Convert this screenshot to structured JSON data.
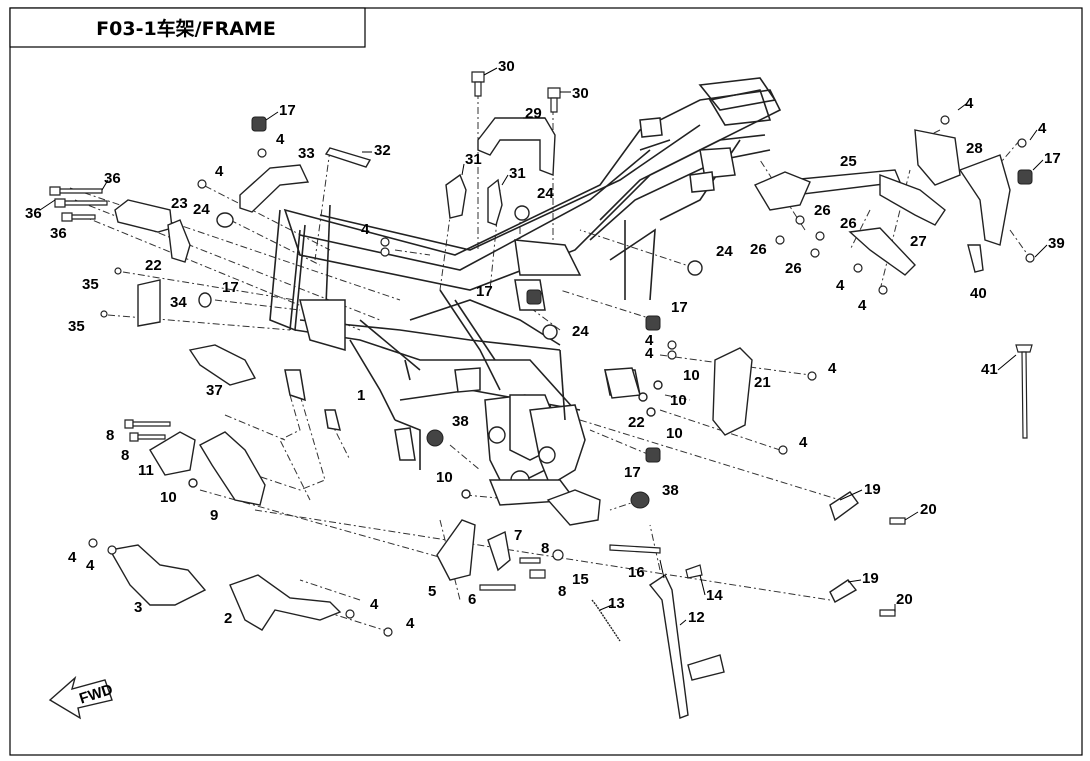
{
  "title": "F03-1车架/FRAME",
  "fwd_label": "FWD",
  "callouts": [
    {
      "id": "c30a",
      "text": "30"
    },
    {
      "id": "c30b",
      "text": "30"
    },
    {
      "id": "c29",
      "text": "29"
    },
    {
      "id": "c17a",
      "text": "17"
    },
    {
      "id": "c4a",
      "text": "4"
    },
    {
      "id": "c33",
      "text": "33"
    },
    {
      "id": "c32",
      "text": "32"
    },
    {
      "id": "c31a",
      "text": "31"
    },
    {
      "id": "c31b",
      "text": "31"
    },
    {
      "id": "c24a",
      "text": "24"
    },
    {
      "id": "c4b",
      "text": "4"
    },
    {
      "id": "c36a",
      "text": "36"
    },
    {
      "id": "c36b",
      "text": "36"
    },
    {
      "id": "c36c",
      "text": "36"
    },
    {
      "id": "c23",
      "text": "23"
    },
    {
      "id": "c24b",
      "text": "24"
    },
    {
      "id": "c4c",
      "text": "4"
    },
    {
      "id": "c22a",
      "text": "22"
    },
    {
      "id": "c35a",
      "text": "35"
    },
    {
      "id": "c17b",
      "text": "17"
    },
    {
      "id": "c34",
      "text": "34"
    },
    {
      "id": "c35b",
      "text": "35"
    },
    {
      "id": "c17c",
      "text": "17"
    },
    {
      "id": "c24c",
      "text": "24"
    },
    {
      "id": "c24d",
      "text": "24"
    },
    {
      "id": "c37",
      "text": "37"
    },
    {
      "id": "c1",
      "text": "1"
    },
    {
      "id": "c4d",
      "text": "4"
    },
    {
      "id": "c25",
      "text": "25"
    },
    {
      "id": "c28",
      "text": "28"
    },
    {
      "id": "c4e",
      "text": "4"
    },
    {
      "id": "c17d",
      "text": "17"
    },
    {
      "id": "c26a",
      "text": "26"
    },
    {
      "id": "c26b",
      "text": "26"
    },
    {
      "id": "c26c",
      "text": "26"
    },
    {
      "id": "c26d",
      "text": "26"
    },
    {
      "id": "c27",
      "text": "27"
    },
    {
      "id": "c39",
      "text": "39"
    },
    {
      "id": "c40",
      "text": "40"
    },
    {
      "id": "c4f",
      "text": "4"
    },
    {
      "id": "c4g",
      "text": "4"
    },
    {
      "id": "c17e",
      "text": "17"
    },
    {
      "id": "c4h",
      "text": "4"
    },
    {
      "id": "c4i",
      "text": "4"
    },
    {
      "id": "c10a",
      "text": "10"
    },
    {
      "id": "c10b",
      "text": "10"
    },
    {
      "id": "c10c",
      "text": "10"
    },
    {
      "id": "c21",
      "text": "21"
    },
    {
      "id": "c4j",
      "text": "4"
    },
    {
      "id": "c22b",
      "text": "22"
    },
    {
      "id": "c4k",
      "text": "4"
    },
    {
      "id": "c41",
      "text": "41"
    },
    {
      "id": "c38a",
      "text": "38"
    },
    {
      "id": "c17f",
      "text": "17"
    },
    {
      "id": "c8a",
      "text": "8"
    },
    {
      "id": "c8b",
      "text": "8"
    },
    {
      "id": "c11",
      "text": "11"
    },
    {
      "id": "c10d",
      "text": "10"
    },
    {
      "id": "c10e",
      "text": "10"
    },
    {
      "id": "c9",
      "text": "9"
    },
    {
      "id": "c38b",
      "text": "38"
    },
    {
      "id": "c19a",
      "text": "19"
    },
    {
      "id": "c20a",
      "text": "20"
    },
    {
      "id": "c7",
      "text": "7"
    },
    {
      "id": "c8c",
      "text": "8"
    },
    {
      "id": "c15",
      "text": "15"
    },
    {
      "id": "c16",
      "text": "16"
    },
    {
      "id": "c8d",
      "text": "8"
    },
    {
      "id": "c5",
      "text": "5"
    },
    {
      "id": "c6",
      "text": "6"
    },
    {
      "id": "c4l",
      "text": "4"
    },
    {
      "id": "c4m",
      "text": "4"
    },
    {
      "id": "c3",
      "text": "3"
    },
    {
      "id": "c2",
      "text": "2"
    },
    {
      "id": "c4n",
      "text": "4"
    },
    {
      "id": "c4o",
      "text": "4"
    },
    {
      "id": "c13",
      "text": "13"
    },
    {
      "id": "c14",
      "text": "14"
    },
    {
      "id": "c12",
      "text": "12"
    },
    {
      "id": "c19b",
      "text": "19"
    },
    {
      "id": "c20b",
      "text": "20"
    }
  ]
}
